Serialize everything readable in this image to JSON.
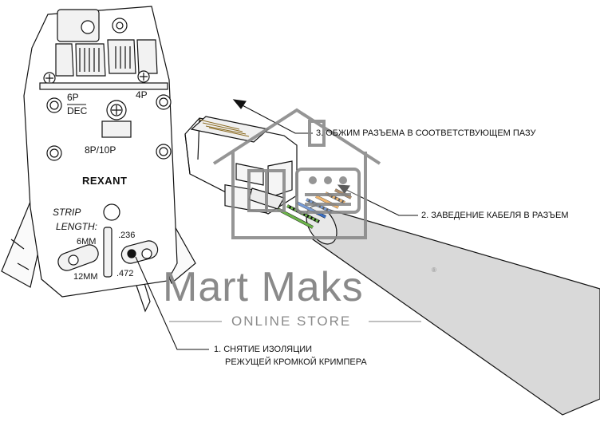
{
  "tool": {
    "brand": "REXANT",
    "slot_6p": "6P",
    "slot_dec": "DEC",
    "slot_4p": "4P",
    "slot_8p10p": "8P/10P",
    "strip_label_1": "STRIP",
    "strip_label_2": "LENGTH:",
    "mm_6": "6MM",
    "mm_12": "12MM",
    "inch_236": ".236",
    "inch_472": ".472"
  },
  "callouts": {
    "step1_line1": "1. СНЯТИЕ ИЗОЛЯЦИИ",
    "step1_line2": "РЕЖУЩЕЙ КРОМКОЙ КРИМПЕРА",
    "step2": "2. ЗАВЕДЕНИЕ КАБЕЛЯ В РАЗЪЕМ",
    "step3": "3. ОБЖИМ РАЗЪЕМА В СООТВЕТСТВУЮЩЕМ ПАЗУ"
  },
  "watermark": {
    "title": "Mart Maks",
    "subtitle": "ONLINE STORE",
    "registered": "®"
  },
  "colors": {
    "wire_green": "#6db54a",
    "wire_blue": "#3a6fc4",
    "wire_orange": "#e8932c",
    "wire_brown": "#8a5a2b",
    "watermark": "#8a8a8a"
  }
}
